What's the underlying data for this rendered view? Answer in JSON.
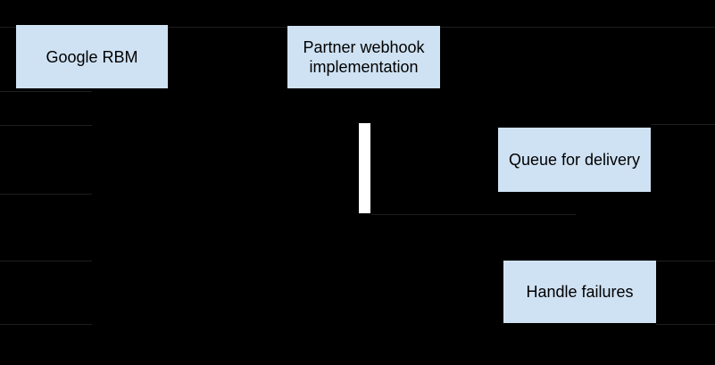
{
  "diagram": {
    "type": "sequence-flow",
    "background_color": "#000000",
    "node_fill_color": "#cfe2f3",
    "node_text_color": "#000000",
    "activation_bar_color": "#ffffff",
    "faint_line_color": "#1e1e1e",
    "nodes": [
      {
        "id": "google-rbm",
        "label": "Google RBM"
      },
      {
        "id": "partner-webhook",
        "label": "Partner webhook implementation"
      },
      {
        "id": "queue-for-delivery",
        "label": "Queue for delivery"
      },
      {
        "id": "handle-failures",
        "label": "Handle failures"
      }
    ]
  }
}
